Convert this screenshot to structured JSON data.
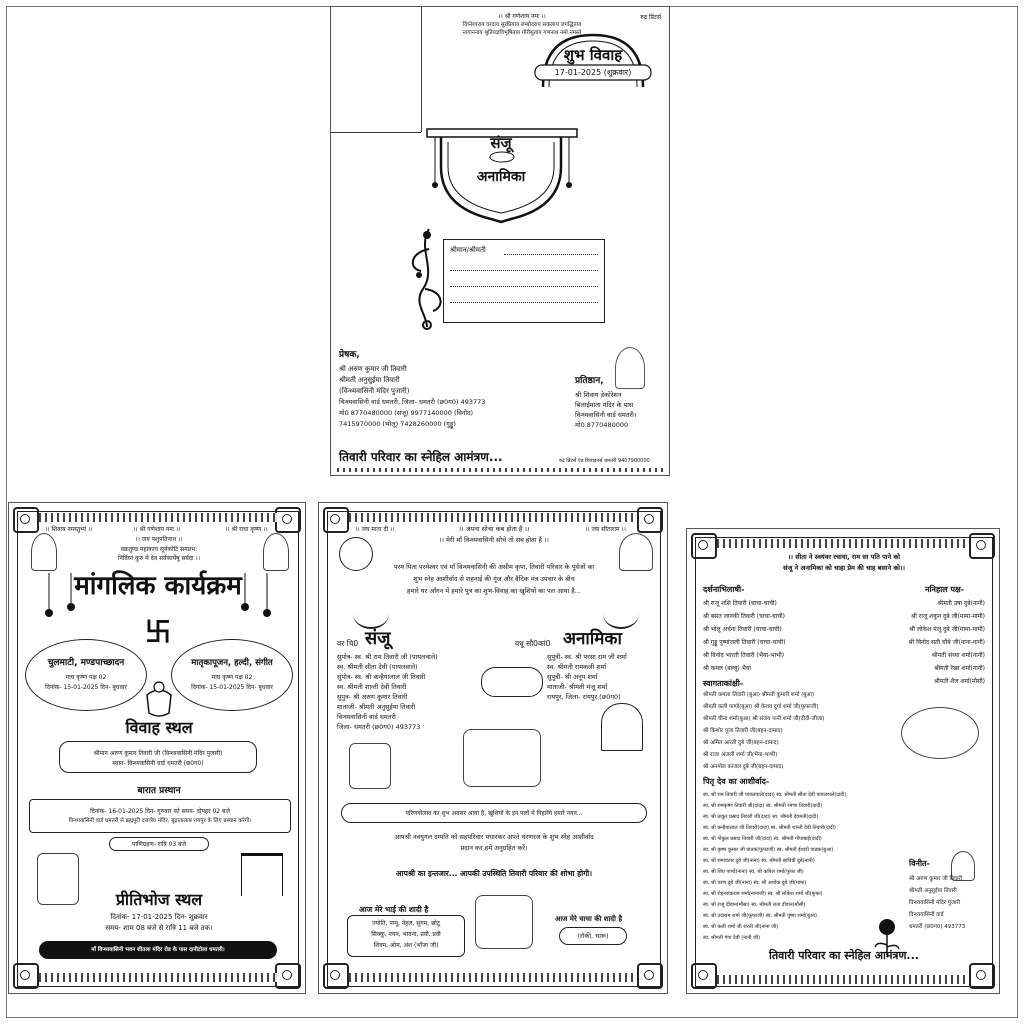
{
  "card1": {
    "brand_mark": "रुद्र प्रिंटर्स",
    "invocation": "।। श्री गणेशाय नमः ।।",
    "shloka1": "विघ्नेश्वराय वरदाय सुरप्रियाय लम्बोदराय सकलाय जगद्धिताय",
    "shloka2": "नागाननाय श्रुतियज्ञविभूषिताय गौरीसुताय गणनाथ नमो नमस्ते",
    "title": "शुभ विवाह",
    "date": "17-01-2025 (शुक्रवार)",
    "groom": "संजू",
    "bride": "अनामिका",
    "address_label": "श्रीमान/श्रीमती",
    "sender_label": "प्रेषक,",
    "sender_lines": [
      "श्री अरुण कुमार जी तिवारी",
      "श्रीमती अनुसुईया तिवारी",
      "(विन्ध्यवासिनी मंदिर पुजारी)",
      "विन्ध्यवासिनी वार्ड धमतरी, जिला- धमतरी (छ0ग0) 493773",
      "मो0 8770480000 (संजू) 9977140000 (विनोद)",
      "7415970000 (भोलू) 7428260000 (गुड्डू)"
    ],
    "establishment_label": "प्रतिष्ठान,",
    "establishment_lines": [
      "श्री शिवाय डेकोरेशन",
      "बिलाईमाता मंदिर के पास",
      "विन्ध्यवासिनी वार्ड धमतरी।",
      "मो0 8770480000"
    ],
    "footer": "तिवारी परिवार का स्नेहिल आमंत्रण...",
    "printer": "रुद्र प्रिंटर्स एंड डिजाइनर्स धमतरी 9407900000"
  },
  "card2": {
    "top_left": "।। शिवाय नमस्तुभ्यं ।।",
    "top_mid": "।। श्री गणेशाय नमः ।।",
    "top_right": "।। श्री राधा कृष्ण ।।",
    "chant": "।। जय पशुपतिनाथ ।।",
    "shloka1": "वक्रतुण्ड महाकाय सूर्यकोटि समप्रभ:",
    "shloka2": "निर्विघ्नं कुरु मे देव सर्वकार्येषु सर्वदा ।।",
    "title": "मांगलिक कार्यक्रम",
    "event_left_title": "चुलमाटी, मण्डपाच्छादन",
    "event_left_tithi": "माघ कृष्ण पक्ष 02",
    "event_left_date": "दिनांक- 15-01-2025 दिन- बुधवार",
    "event_right_title": "मातृकापूजन, हल्दी, संगीत",
    "event_right_tithi": "माघ कृष्ण पक्ष 02",
    "event_right_date": "दिनांक- 15-01-2025 दिन- बुधवार",
    "venue_title": "विवाह स्थल",
    "venue_line1": "श्रीमान अरुण कुमार तिवारी जी (विन्ध्यवासिनी मंदिर पुजारी)",
    "venue_line2": "स्थान- विन्ध्यवासिनी वार्ड धमतरी (छ0ग0)",
    "baraat_title": "बारात प्रस्थान",
    "baraat_line1": "दिनांक- 16-01-2025 दिन- गुरुवार को समय- दोपहर 02 बजे",
    "baraat_line2": "विन्ध्यवासिनी वार्ड धमतरी से ब्रह्मपुरी दत्तात्रेय मंदिर, बुढ़ातालाब रायपुर के लिए प्रस्थान करेगी।",
    "panigrahan": "पाणिग्रहण- रात्रि 03 बजे",
    "reception_title": "प्रीतिभोज स्थल",
    "reception_date": "दिनांक- 17-01-2025 दिन- शुक्रवार",
    "reception_time": "समय- शाम 08 बजे से रात्रि 11 बजे तक।",
    "footer": "माँ विन्ध्यवासिनी भवन शीतला मंदिर रोड के पास दानीटोला धमतरी।"
  },
  "card3": {
    "top_left": "।। जय माता दी ।।",
    "top_mid": "।। अपना सोचा कब होता है ।।",
    "top_right": "।। जय सीताराम ।।",
    "top_mid2": "।। मेरी माँ विन्ध्यवासिनी सोचे तो सब होता है ।।",
    "para1": "परम पिता परमेश्वर एवं माँ विन्ध्यवासिनी की असीम कृपा, तिवारी परिवार के पूर्वजों का",
    "para2": "शुभ स्नेह आशीर्वाद से शहनाई की गूंज और वैदिक मंत्र उपचार के बीच",
    "para3": "हमारे घर आँगन में हमारे पुत्र का शुभ-विवाह का खुशियों का पल आया है...",
    "groom_prefix": "वर चि0",
    "groom_name": "संजू",
    "groom_lines": [
      "सुपोत्र- स्व. श्री राम तिवारी जी (पायलवाले)",
      "स्व. श्रीमती सीता देवी (पायलवाले)",
      "सुपोत्र- स्व. श्री कन्हैयालाल जी तिवारी",
      "स्व. श्रीमती शान्ती देवी तिवारी",
      "सुपुत्र- श्री अरुण कुमार तिवारी",
      "माताजी- श्रीमती अनुसुईया तिवारी",
      "विन्ध्यवासिनी वार्ड धमतरी",
      "जिला- धमतरी (छ0ग0) 493773"
    ],
    "bride_prefix": "वधू सौ0कां0",
    "bride_name": "अनामिका",
    "bride_lines": [
      "सुपुत्री- स्व. श्री परसा राम जी शर्मा",
      "स्व. श्रीमती रामकली शर्मा",
      "सुपुत्री- श्री अनूप शर्मा",
      "माताजी- श्रीमती मंजू शर्मा",
      "रायपुर, जिला- रायपुर (छ0ग0)"
    ],
    "banner": "परिणयोत्सव का शुभ अवसर आया है, खुशियों के इन पलों में निहारेंगे हमारे नयन...",
    "blessing1": "आपश्री नवयुगल दम्पति को सहपरिवार पधारकर अपने चरणरज के शुभ स्नेह आशीर्वाद",
    "blessing2": "प्रदान कर हमें अनुग्रहित करें।",
    "awaiting": "आपश्री का इन्तजार... आपकी उपस्थिति तिवारी परिवार की शोभा होगी।",
    "kids_left_title": "आज मेरे भाई की शादी है",
    "kids_left_lines": [
      "ज्योति, पप्पू, नेहल, सुगम, छोटू",
      "सिक्कू, नयन, भावना, प्रवी, प्रवी",
      "शिवम, ओम, अंश (भाँजा जी)"
    ],
    "kids_right_title": "आज मेरे चाचा की शादी है",
    "kids_right_lines": [
      "(रॉकी, चारू)"
    ]
  },
  "card4": {
    "header1": "।। सीता ने स्वयंवर रचाया, राम सा पति पाने को",
    "header2": "संजू ने अनामिका को चाहा प्रेम की चाह बसाने को।।",
    "darshan_title": "दर्शनाभिलाषी-",
    "darshan": [
      "श्री राजू शशि तिवारी (चाचा-चाची)",
      "श्री बसंत जानकी तिवारी (चाचा-चाची)",
      "श्री भोलू अर्चना तिवारी (चाचा-चाची)",
      "श्री गुड्डू पुष्पांजली तिवारी (चाचा-चाची)",
      "श्री विनोद भारती तिवारी (भैया-भाभी)",
      "श्री कमल (बल्लू) भैया"
    ],
    "nanihal_title": "ननिहाल पक्ष-",
    "nanihal": [
      "श्रीमती उषा दुबे(नानी)",
      "श्री राजू शकुन दुबे जी(मामा-मामी)",
      "श्री लोकेश मंजू दुबे जी(मामा-मामी)",
      "श्री विनोद सती चौबे जी(नाना-नानी)",
      "श्रीमती संध्या शर्मा(नानी)",
      "श्रीमती रेखा शर्मा(नानी)",
      "श्रीमती शैल शर्मा(मौसी)"
    ],
    "swagat_title": "स्वागताकांक्षी-",
    "swagat": [
      "श्रीमती कमला तिवारी (बुआ) श्रीमती कुमारी शर्मा (बुआ)",
      "श्रीमती कली पाण्डे(बुआ) श्री केशव दुर्गा शर्मा जी(फूफाजी)",
      "श्रीमती चीना शर्मा(बुआ) श्री संजय पानी शर्मा जी(दीदी-जीजा)",
      "श्री किशोर पूजा तिवारी जी(बहन-दामाद)",
      "श्री अमित आरती दुबे जी(बहन-दामाद)",
      "श्री राजा अंजली शर्मा जी(भैया-भाभी)",
      "श्री अनमोल काजल दुबे जी(बहन-दामाद)"
    ],
    "pitru_title": "पितृ देव का आशीर्वाद-",
    "pitru": [
      "स्व. श्री राम तिवारी जी पायलवाले(दादा) स्व. श्रीमती सीता देवी पायलवाले(दादी)",
      "स्व. श्री रामकृष्ण तिवारी जी(दादा) स्व. श्रीमती रमणा तिवारी(दादी)",
      "स्व. श्री ठाकुर प्रसाद तिवारी जी(दादा) स्व. श्रीमती देवमती(दादी)",
      "स्व. श्री कन्हैयालाल जी तिवारी(दादा) स्व. श्रीमती शान्ती देवी तिवारी(दादी)",
      "स्व. श्री गोकुल प्रसाद तिवारी जी(दादा) स्व. श्रीमती गोपाबाई(दादी)",
      "स्व. श्री कृष्ण कुमार जी पाठक(फूफाजी) स्व. श्रीमती ईश्वरी पाठक(बुआ)",
      "स्व. श्री रामावतार दुबे जी(नाना) स्व. श्रीमती सावित्री दुबे(नानी)",
      "स्व. श्री शिव पाण्डे(नाना) स्व. श्री कपिल शर्मा(फूफा जी)",
      "स्व. श्री चरण दुबे जी(नाना) स्व. श्री अशोक दुबे जी(मामा)",
      "स्व. श्री रोहनशंकराम शर्मा(नानाजी) स्व. श्री लोकेश शर्मा जी(फूफा)",
      "स्व. श्री राजू दीवान(मौसा) स्व. श्रीमती लता दीवान(मौसी)",
      "स्व. श्री उदाराम शर्मा जी(फूफाजी) स्व. श्रीमती पुष्पा शर्मा(बुआ)",
      "स्व. श्री कली शर्मा जी शरती जी(नाना जी)",
      "स्व. श्रीमती गंगा देवी (नानी जी)"
    ],
    "vinit_title": "विनीत-",
    "vinit": [
      "श्री अरुण कुमार जी तिवारी",
      "श्रीमती अनुसुईया तिवारी",
      "विन्ध्यवासिनी मंदिर पुजारी",
      "विन्ध्यवासिनी वार्ड",
      "धमतरी (छ0ग0) 493773"
    ],
    "footer": "तिवारी परिवार का स्नेहिल आमंत्रण..."
  }
}
